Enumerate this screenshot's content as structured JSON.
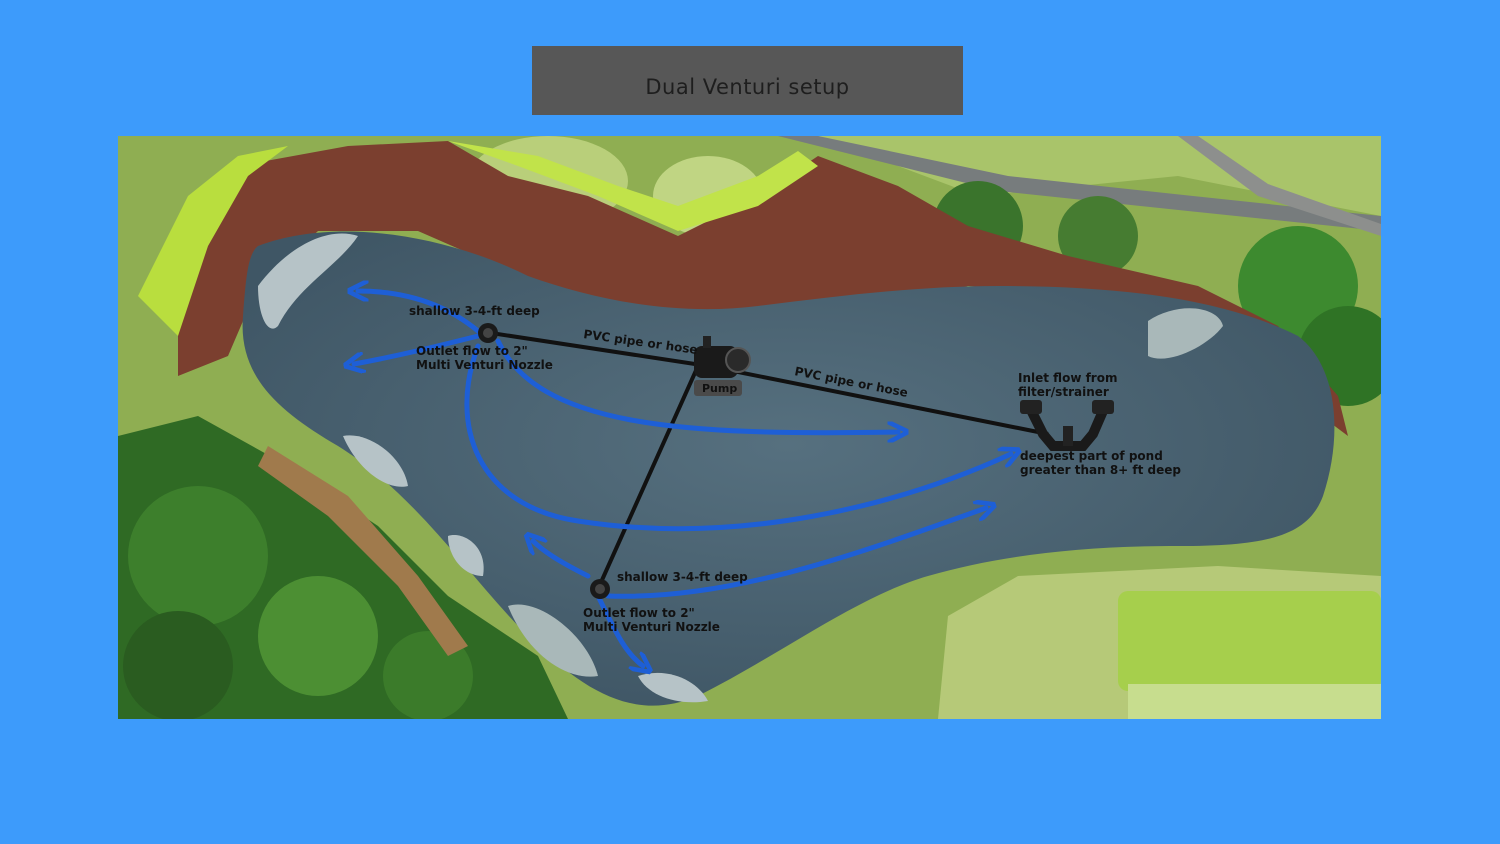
{
  "title": "Dual Venturi setup",
  "labels": {
    "shallow_top": "shallow 3-4-ft deep",
    "outlet_top_line1": "Outlet flow to 2\"",
    "outlet_top_line2": "Multi Venturi Nozzle",
    "pipe_left": "PVC pipe or hose",
    "pipe_right": "PVC pipe or hose",
    "pump": "Pump",
    "inlet_line1": "Inlet flow from",
    "inlet_line2": "filter/strainer",
    "deep_line1": "deepest part of pond",
    "deep_line2": "greater than 8+ ft deep",
    "shallow_bottom": "shallow 3-4-ft deep",
    "outlet_bottom_line1": "Outlet flow to 2\"",
    "outlet_bottom_line2": "Multi Venturi Nozzle"
  },
  "colors": {
    "background": "#3d9bfb",
    "title_box": "#575757",
    "flow_arrow": "#1e5fd6",
    "pipe": "#111111",
    "water": "#4a6272"
  }
}
